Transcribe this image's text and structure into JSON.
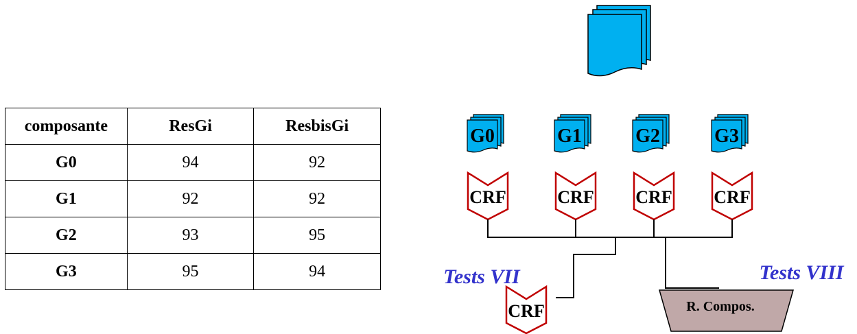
{
  "table": {
    "headers": [
      "composante",
      "ResGi",
      "ResbisGi"
    ],
    "rows": [
      [
        "G0",
        "94",
        "92"
      ],
      [
        "G1",
        "92",
        "92"
      ],
      [
        "G2",
        "93",
        "95"
      ],
      [
        "G3",
        "95",
        "94"
      ]
    ]
  },
  "diagram": {
    "groups": [
      "G0",
      "G1",
      "G2",
      "G3"
    ],
    "crf_label": "CRF",
    "tests_left": "Tests VII",
    "tests_right": "Tests VIII",
    "composition_label": "R. Compos.",
    "colors": {
      "doc_fill": "#00b0f0",
      "crf_stroke": "#c00000",
      "tests_text": "#3333cc",
      "composition_fill": "#c0a8a8"
    }
  }
}
